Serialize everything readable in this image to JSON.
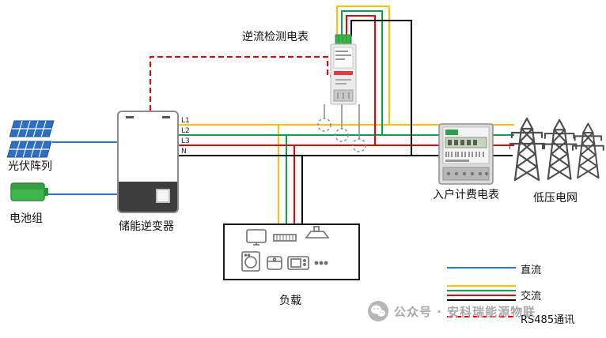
{
  "components": {
    "pv": {
      "label": "光伏阵列"
    },
    "battery": {
      "label": "电池组"
    },
    "inverter": {
      "label": "储能逆变器"
    },
    "detection_meter": {
      "label": "逆流检测电表"
    },
    "billing_meter": {
      "label": "入户计费电表"
    },
    "grid": {
      "label": "低压电网"
    },
    "load": {
      "label": "负载"
    }
  },
  "wires": {
    "labels": [
      "L1",
      "L2",
      "L3",
      "N"
    ]
  },
  "legend": {
    "items": [
      {
        "label": "直流",
        "type": "dc"
      },
      {
        "label": "交流",
        "type": "ac"
      },
      {
        "label": "RS485通讯",
        "type": "rs485"
      }
    ]
  },
  "watermark": {
    "text": "公众号 · 安科瑞能源物联",
    "icon": "wechat-icon"
  },
  "colors": {
    "dc_blue": "#1E7FC2",
    "ac_yellow": "#FFC000",
    "ac_green": "#00A650",
    "ac_red": "#F40000",
    "ac_black": "#000000",
    "rs485_red": "#F40000",
    "tower_gray": "#4D4D4D",
    "watermark_gray": "#A3A3A3"
  }
}
